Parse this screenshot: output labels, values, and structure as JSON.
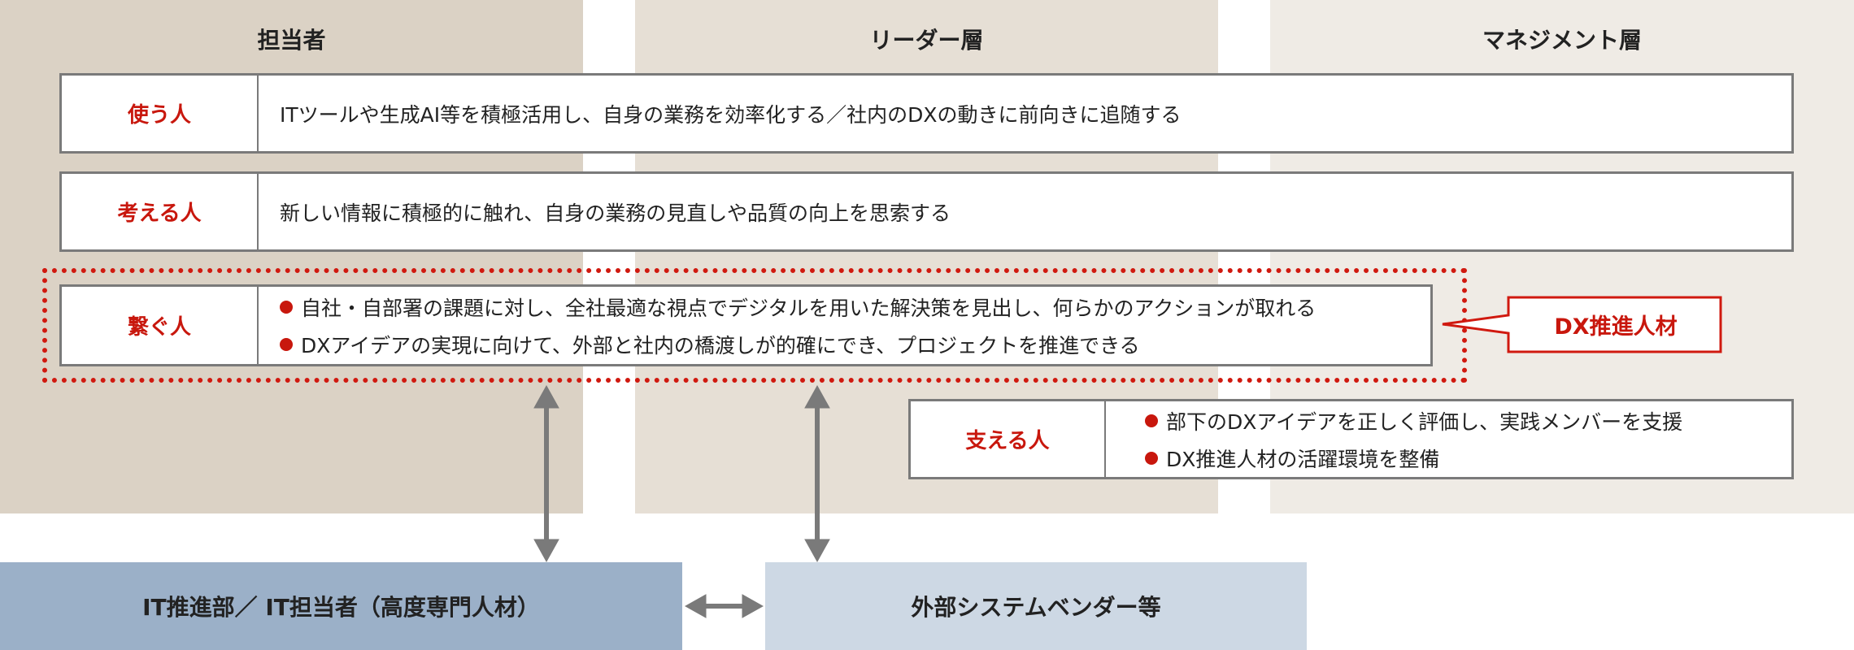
{
  "columns": [
    {
      "label": "担当者"
    },
    {
      "label": "リーダー層"
    },
    {
      "label": "マネジメント層"
    }
  ],
  "rows": [
    {
      "label": "使う人",
      "text": "ITツールや生成AI等を積極活用し、自身の業務を効率化する／社内のDXの動きに前向きに追随する"
    },
    {
      "label": "考える人",
      "text": "新しい情報に積極的に触れ、自身の業務の見直しや品質の向上を思索する"
    },
    {
      "label": "繋ぐ人",
      "bullets": [
        "自社・自部署の課題に対し、全社最適な視点でデジタルを用いた解決策を見出し、何らかのアクションが取れる",
        "DXアイデアの実現に向けて、外部と社内の橋渡しが的確にでき、プロジェクトを推進できる"
      ]
    },
    {
      "label": "支える人",
      "bullets": [
        "部下のDXアイデアを正しく評価し、実践メンバーを支援",
        "DX推進人材の活躍環境を整備"
      ]
    }
  ],
  "callout": "DX推進人材",
  "bottom": {
    "it": "IT推進部／ IT担当者（高度専門人材）",
    "vendor": "外部システムベンダー等"
  },
  "colors": {
    "accent": "#c8170d",
    "col1": "#dbd2c5",
    "col2": "#e6dfd5",
    "col3": "#efebe5",
    "it": "#9bb0c8",
    "vendor": "#cdd8e4"
  }
}
